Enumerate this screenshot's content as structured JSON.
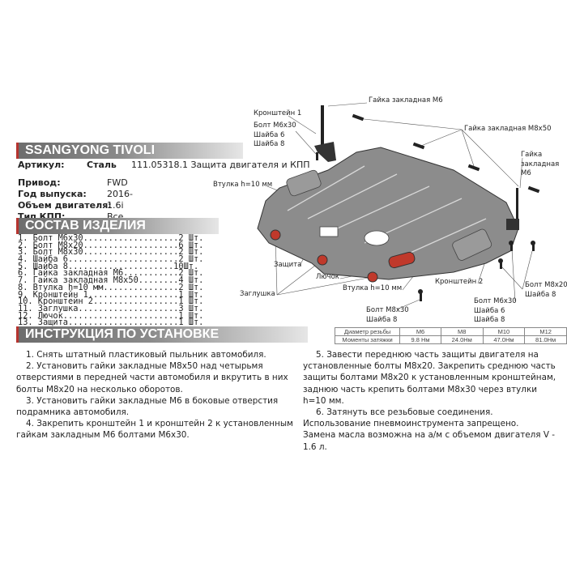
{
  "header": {
    "title": "SSANGYONG TIVOLI"
  },
  "article": {
    "label": "Артикул:",
    "material": "Сталь",
    "value": "111.05318.1 Защита двигателя и КПП"
  },
  "specs": [
    {
      "label": "Привод:",
      "value": "FWD"
    },
    {
      "label": "Год выпуска:",
      "value": "2016-"
    },
    {
      "label": "Объем двигателя:",
      "value": "1.6i"
    },
    {
      "label": "Тип КПП:",
      "value": "Все"
    }
  ],
  "composition": {
    "title": "СОСТАВ ИЗДЕЛИЯ",
    "items": [
      {
        "name": "1. Болт М6х30",
        "qty": "2",
        "unit": "Шт."
      },
      {
        "name": "2. Болт М8х20",
        "qty": "6",
        "unit": "Шт."
      },
      {
        "name": "3. Болт М8х30",
        "qty": "2",
        "unit": "Шт."
      },
      {
        "name": "4. Шайба 6",
        "qty": "2",
        "unit": "Шт."
      },
      {
        "name": "5. Шайба 8",
        "qty": "10",
        "unit": "Шт."
      },
      {
        "name": "6. Гайка закладная М6",
        "qty": "2",
        "unit": "Шт."
      },
      {
        "name": "7. Гайка закладная М8х50",
        "qty": "4",
        "unit": "Шт."
      },
      {
        "name": "8. Втулка h=10 мм",
        "qty": "2",
        "unit": "Шт."
      },
      {
        "name": "9. Кронштейн 1",
        "qty": "1",
        "unit": "Шт."
      },
      {
        "name": "10. Кронштейн 2",
        "qty": "1",
        "unit": "Шт."
      },
      {
        "name": "11. Заглушка",
        "qty": "3",
        "unit": "Шт."
      },
      {
        "name": "12. Лючок",
        "qty": "1",
        "unit": "Шт."
      },
      {
        "name": "13. Защита",
        "qty": "1",
        "unit": "Шт."
      }
    ]
  },
  "instructions": {
    "title": "ИНСТРУКЦИЯ ПО УСТАНОВКЕ",
    "left": [
      "1. Снять штатный пластиковый пыльник автомобиля.",
      "2. Установить гайки закладные М8х50 над четырьмя отверстиями в передней части автомобиля и вкрутить в них болты М8х20 на несколько оборотов.",
      "3. Установить гайки закладные М6 в боковые отверстия подрамника автомобиля.",
      "4. Закрепить кронштейн 1 и кронштейн 2 к установленным гайкам закладным М6 болтами М6х30."
    ],
    "right": [
      "5. Завести переднюю часть защиты двигателя на установленные болты М8х20. Закрепить среднюю часть защиты болтами М8х20 к установленным кронштейнам, заднюю часть крепить болтами М8х30 через втулки h=10 мм.",
      "6. Затянуть все резьбовые соединения. Использование пневмоинструмента запрещено.",
      "Замена масла возможна на а/м с объемом двигателя V - 1.6 л."
    ]
  },
  "torque_table": {
    "row1": [
      "Диаметр резьбы",
      "М6",
      "М8",
      "М10",
      "М12"
    ],
    "row2": [
      "Моменты затяжки",
      "9.8 Нм",
      "24.0Нм",
      "47.0Нм",
      "81.0Нм"
    ]
  },
  "diagram_labels": {
    "nut_m6_top": "Гайка закладная М6",
    "bracket1": "Кронштейн 1",
    "bolt_m6_left": [
      "Болт М6х30",
      "Шайба 6",
      "Шайба 8"
    ],
    "nut_m8x50": "Гайка закладная М8х50",
    "nut_m6_right": [
      "Гайка",
      "закладная",
      "М6"
    ],
    "bushing_left": "Втулка h=10 мм",
    "shield": "Защита",
    "hatch": "Лючок",
    "plug": "Заглушка",
    "bushing_bottom": "Втулка h=10 мм",
    "bracket2": "Кронштейн 2",
    "bolt_m8x20": [
      "Болт М8х20",
      "Шайба 8"
    ],
    "bolt_m6_right": [
      "Болт М6х30",
      "Шайба 6",
      "Шайба 8"
    ],
    "bolt_m8x30": [
      "Болт М8х30",
      "Шайба 8"
    ]
  },
  "colors": {
    "accent": "#b5342f",
    "plate": "#8c8c8c",
    "plug": "#c0392b"
  }
}
